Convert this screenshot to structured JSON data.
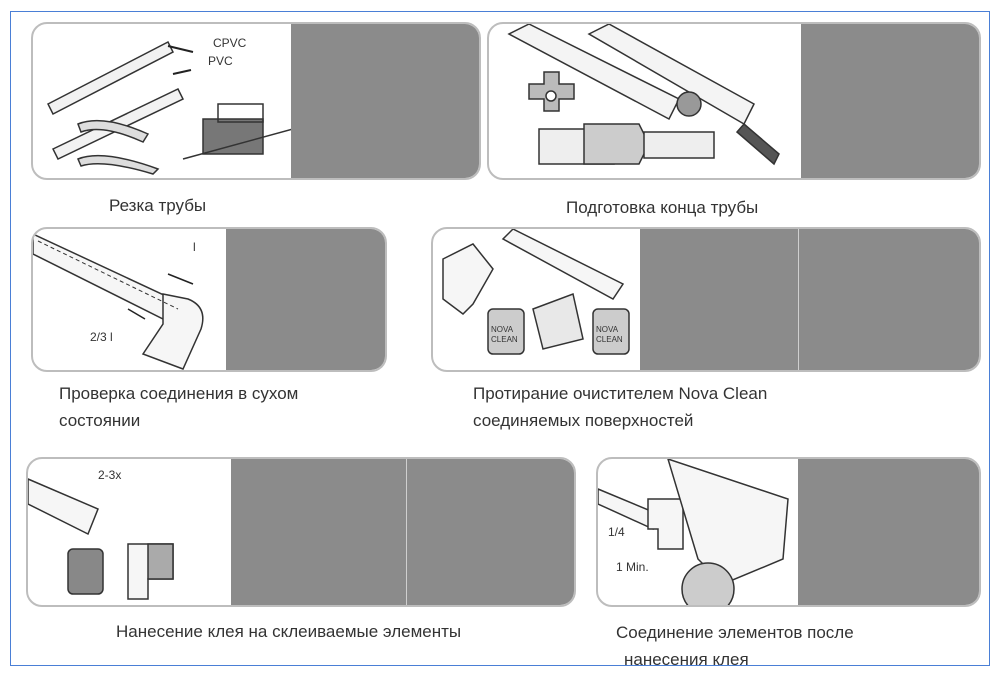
{
  "steps": [
    {
      "caption": "Резка трубы",
      "labels": {
        "cpvc": "CPVC",
        "pvc": "PVC"
      }
    },
    {
      "caption": "Подготовка конца трубы"
    },
    {
      "caption_line1": "Проверка соединения в сухом",
      "caption_line2": "состоянии",
      "labels": {
        "length": "l",
        "two_thirds": "2/3 l"
      }
    },
    {
      "caption_line1": "Протирание очистителем Nova Clean",
      "caption_line2": "соединяемых поверхностей",
      "labels": {
        "can_line1": "NOVA",
        "can_line2": "CLEAN"
      }
    },
    {
      "caption": "Нанесение клея на склеиваемые элементы",
      "labels": {
        "repeat": "2-3x"
      }
    },
    {
      "caption_line1": "Соединение элементов после",
      "caption_line2": "нанесения клея",
      "labels": {
        "turn": "1/4",
        "time": "1 Min."
      }
    }
  ],
  "colors": {
    "frame": "#4a7fd6",
    "panel_border": "#bdbdbd",
    "photo_bg": "#8b8b8b"
  }
}
